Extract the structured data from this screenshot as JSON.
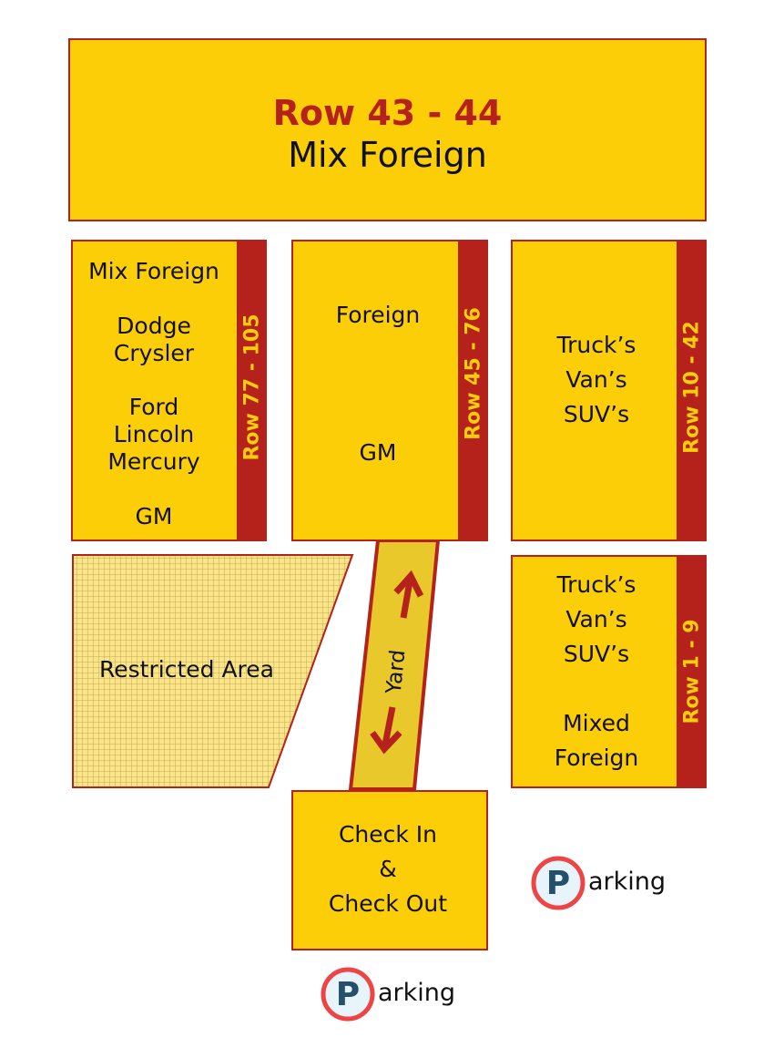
{
  "map": {
    "top_section": {
      "row": "Row 43 - 44",
      "label": "Mix Foreign"
    },
    "section_left": {
      "row": "Row 77 - 105",
      "labels": [
        "Mix Foreign",
        "Dodge",
        "Crysler",
        "Ford",
        "Lincoln",
        "Mercury",
        "GM"
      ]
    },
    "section_middle": {
      "row": "Row 45 - 76",
      "labels": [
        "Foreign",
        "GM"
      ]
    },
    "section_right": {
      "row": "Row 10 - 42",
      "labels": [
        "Truck’s",
        "Van’s",
        "SUV’s"
      ]
    },
    "section_bottom_right": {
      "row": "Row 1 - 9",
      "labels": [
        "Truck’s",
        "Van’s",
        "SUV’s",
        "Mixed",
        "Foreign"
      ]
    },
    "restricted": {
      "label": "Restricted Area"
    },
    "yard": {
      "label": "Yard"
    },
    "check": {
      "lines": [
        "Check In",
        "&",
        "Check Out"
      ]
    },
    "parking": [
      {
        "letter": "P",
        "text": "arking"
      },
      {
        "letter": "P",
        "text": "arking"
      }
    ]
  },
  "colors": {
    "section": "#fcce08",
    "border": "#b5221c",
    "yard": "#e8c82a",
    "parking_ring": "#ef4444",
    "parking_p": "#24506b"
  }
}
